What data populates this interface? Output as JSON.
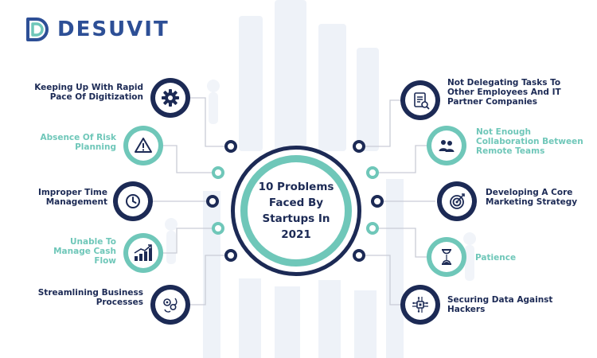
{
  "brand": {
    "name": "DESUVIT",
    "colors": {
      "navy": "#1c2a55",
      "teal": "#6fc7b9",
      "brand": "#2d4f96"
    }
  },
  "center": {
    "title": "10 Problems Faced By Startups In 2021"
  },
  "left": [
    {
      "label": "Keeping Up With Rapid Pace Of Digitization",
      "icon": "gear-icon"
    },
    {
      "label": "Absence Of Risk Planning",
      "icon": "warning-icon"
    },
    {
      "label": "Improper Time Management",
      "icon": "clock-icon"
    },
    {
      "label": "Unable To Manage Cash Flow",
      "icon": "cash-growth-icon"
    },
    {
      "label": "Streamlining Business Processes",
      "icon": "process-icon"
    }
  ],
  "right": [
    {
      "label": "Not Delegating Tasks To Other Employees And IT Partner Companies",
      "icon": "task-list-icon"
    },
    {
      "label": "Not Enough Collaboration Between Remote Teams",
      "icon": "team-icon"
    },
    {
      "label": "Developing A Core Marketing Strategy",
      "icon": "target-icon"
    },
    {
      "label": "Patience",
      "icon": "hourglass-icon"
    },
    {
      "label": "Securing Data Against Hackers",
      "icon": "circuit-chip-icon"
    }
  ]
}
